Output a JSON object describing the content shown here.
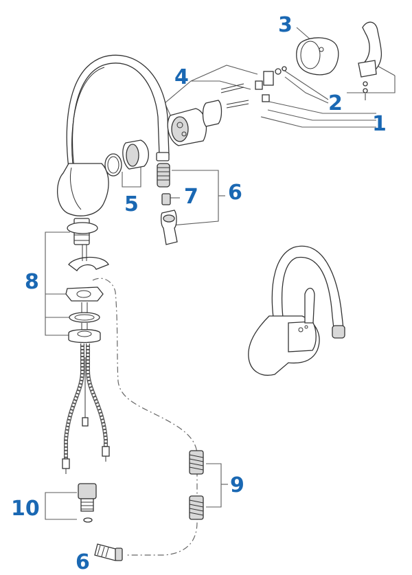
{
  "accent_color": "#1a68b3",
  "callouts": {
    "c1": "1",
    "c2": "2",
    "c3": "3",
    "c4": "4",
    "c5": "5",
    "c6_top": "6",
    "c7": "7",
    "c8": "8",
    "c9": "9",
    "c10": "10",
    "c6_bottom": "6"
  }
}
